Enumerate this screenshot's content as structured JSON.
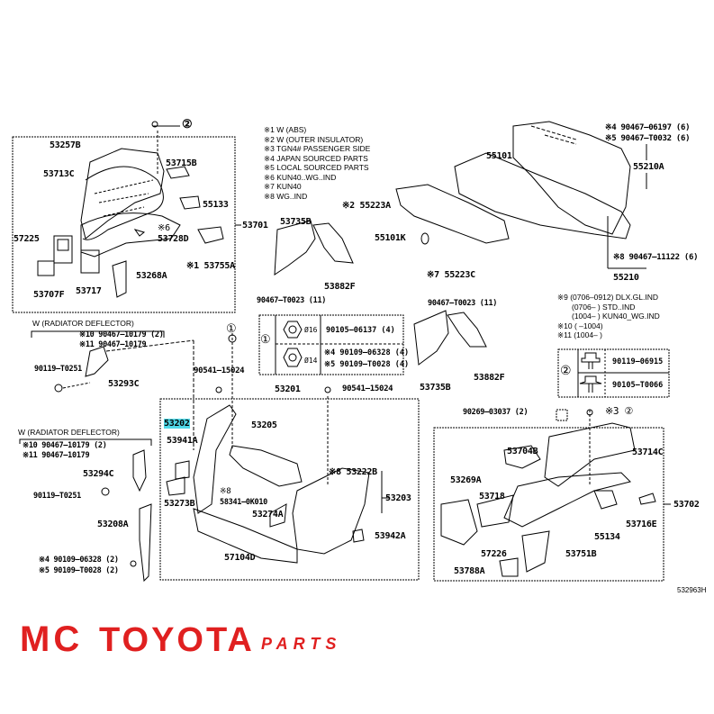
{
  "diagram_code": "532963H",
  "watermark": {
    "line1": "MC",
    "line2": "TOYOTA",
    "line3": "PARTS"
  },
  "legend_notes": [
    "※1 W (ABS)",
    "※2 W (OUTER INSULATOR)",
    "※3 TGN4# PASSENGER SIDE",
    "※4 JAPAN SOURCED PARTS",
    "※5 LOCAL SOURCED PARTS",
    "※6 KUN40..WG..IND",
    "※7 KUN40",
    "※8 WG..IND"
  ],
  "legend_notes2": [
    "※9 (0706–0912) DLX.GL.IND",
    "(0706–      ) STD..IND",
    "(1004–      ) KUN40_WG.IND",
    "※10 (       –1004)",
    "※11 (1004–       )"
  ],
  "groups": {
    "fender_apron_lh": {
      "assembly": "53701",
      "parts": [
        "53257B",
        "53713C",
        "53715B",
        "55133",
        "57225",
        "※6",
        "53728D",
        "※1 53755A",
        "53707F",
        "53717",
        "53268A"
      ],
      "callout": "②"
    },
    "dash_panel": {
      "parts": [
        "55101",
        "※2 55223A",
        "55101K",
        "※7 55223C",
        "※4 90467–06197 (6)",
        "※5 90467–T0032 (6)",
        "55210A",
        "※8 90467–11122 (6)",
        "55210"
      ]
    },
    "seals": {
      "top": [
        "53735B",
        "53882F",
        "90467–T0023 (11)"
      ],
      "right": [
        "90467–T0023 (11)",
        "53735B",
        "53882F"
      ]
    },
    "bolt_table_1": {
      "marker": "①",
      "rows": [
        {
          "dia": "Ø16",
          "parts": [
            "90105–06137 (4)"
          ]
        },
        {
          "dia": "Ø14",
          "parts": [
            "※4 90109–06328 (4)",
            "※5 90109–T0028 (4)"
          ]
        }
      ]
    },
    "bolt_table_2": {
      "marker": "②",
      "rows": [
        "90119–06915",
        "90105–T0066"
      ]
    },
    "radiator_deflector_upper": {
      "title": "W (RADIATOR DEFLECTOR)",
      "parts": [
        "※10 90467–10179 (2)",
        "※11 90467–10179",
        "90119–T0251",
        "53293C"
      ]
    },
    "radiator_deflector_lower": {
      "title": "W (RADIATOR DEFLECTOR)",
      "parts": [
        "※10 90467–10179 (2)",
        "※11 90467–10179",
        "53294C",
        "90119–T0251",
        "53208A",
        "※4 90109–06328 (2)",
        "※5 90109–T0028 (2)"
      ]
    },
    "radiator_support": {
      "assembly": "53201",
      "bolt": "90541–15024",
      "bolt_left": "90541–15024",
      "marker": "①",
      "highlighted": "53202",
      "parts": [
        "53205",
        "53941A",
        "53273B",
        "※8",
        "58341–0K010",
        "※8 53222B",
        "53203",
        "53274A",
        "53942A",
        "57104D"
      ]
    },
    "fender_apron_rh": {
      "assembly": "53702",
      "top_bolt": "90269–03037 (2)",
      "callout": "※3 ②",
      "parts": [
        "53704B",
        "53714C",
        "53269A",
        "53718",
        "53716E",
        "55134",
        "57226",
        "53751B",
        "53788A"
      ]
    }
  }
}
